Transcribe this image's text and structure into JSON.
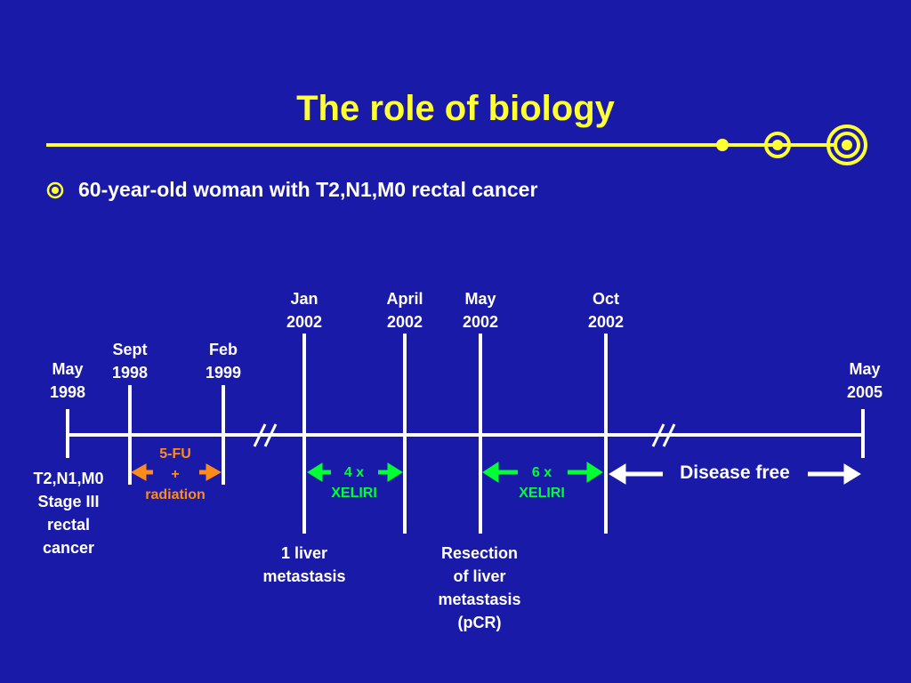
{
  "slide": {
    "title": "The role of biology",
    "bullet": "60-year-old woman with T2,N1,M0 rectal cancer"
  },
  "timeline": {
    "dates": [
      {
        "id": "may1998",
        "line1": "May",
        "line2": "1998"
      },
      {
        "id": "sept1998",
        "line1": "Sept",
        "line2": "1998"
      },
      {
        "id": "feb1999",
        "line1": "Feb",
        "line2": "1999"
      },
      {
        "id": "jan2002",
        "line1": "Jan",
        "line2": "2002"
      },
      {
        "id": "april2002",
        "line1": "April",
        "line2": "2002"
      },
      {
        "id": "may2002",
        "line1": "May",
        "line2": "2002"
      },
      {
        "id": "oct2002",
        "line1": "Oct",
        "line2": "2002"
      },
      {
        "id": "may2005",
        "line1": "May",
        "line2": "2005"
      }
    ],
    "events": {
      "diagnosis": [
        "T2,N1,M0",
        "Stage III",
        "rectal",
        "cancer"
      ],
      "chemoradiation": [
        "5-FU",
        "+",
        "radiation"
      ],
      "liver_met": [
        "1 liver",
        "metastasis"
      ],
      "xeliri1": [
        "4 x",
        "XELIRI"
      ],
      "resection": [
        "Resection",
        "of liver",
        "metastasis",
        "(pCR)"
      ],
      "xeliri2": [
        "6 x",
        "XELIRI"
      ],
      "disease_free": "Disease free"
    }
  },
  "colors": {
    "background": "#1a1aa8",
    "title": "#ffff33",
    "text": "#ffffff",
    "chemoradiation": "#ff8c1a",
    "xeliri": "#00ff33"
  }
}
